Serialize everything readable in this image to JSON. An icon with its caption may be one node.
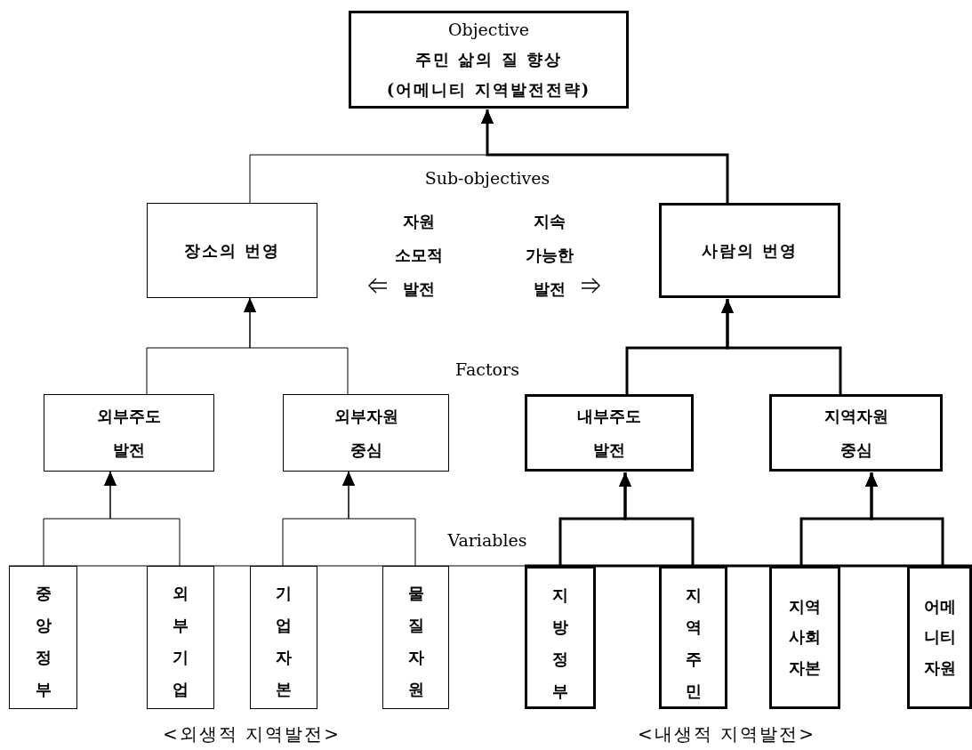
{
  "diagram": {
    "nodes": [
      {
        "text": [
          "Objective",
          "주민 삶의 질 향상",
          "(어메니티 지역발전전략)"
        ]
      },
      {
        "text": [
          "장소의 번영"
        ]
      },
      {
        "text": [
          "사람의 번영"
        ]
      },
      {
        "text": [
          "외부주도 발전"
        ]
      },
      {
        "text": [
          "외부자원 중심"
        ]
      },
      {
        "text": [
          "내부주도 발전"
        ]
      },
      {
        "text": [
          "지역자원 중심"
        ]
      },
      {
        "text": [
          "중앙정부"
        ]
      },
      {
        "text": [
          "외부기업"
        ]
      },
      {
        "text": [
          "기업자본"
        ]
      },
      {
        "text": [
          "물질자원"
        ]
      },
      {
        "text": [
          "지방정부"
        ]
      },
      {
        "text": [
          "지역주민"
        ]
      },
      {
        "text": [
          "지역사회자본"
        ]
      },
      {
        "text": [
          "어메니티자원"
        ]
      }
    ],
    "edges": [
      {
        "from": 1,
        "to": 0,
        "arrow": "to"
      },
      {
        "from": 2,
        "to": 0,
        "arrow": "to",
        "style": "thick"
      },
      {
        "from": 3,
        "to": 1,
        "arrow": "to"
      },
      {
        "from": 4,
        "to": 1,
        "arrow": "to"
      },
      {
        "from": 5,
        "to": 2,
        "arrow": "to",
        "style": "thick"
      },
      {
        "from": 6,
        "to": 2,
        "arrow": "to",
        "style": "thick"
      },
      {
        "from": 7,
        "to": 3,
        "arrow": "to"
      },
      {
        "from": 8,
        "to": 3,
        "arrow": "to"
      },
      {
        "from": 9,
        "to": 4,
        "arrow": "to"
      },
      {
        "from": 10,
        "to": 4,
        "arrow": "to"
      },
      {
        "from": 11,
        "to": 5,
        "arrow": "to",
        "style": "thick"
      },
      {
        "from": 12,
        "to": 5,
        "arrow": "to",
        "style": "thick"
      },
      {
        "from": 13,
        "to": 6,
        "arrow": "to",
        "style": "thick"
      },
      {
        "from": 14,
        "to": 6,
        "arrow": "to",
        "style": "thick"
      }
    ],
    "labels": [
      "Sub-objectives",
      "자원 소모적 발전",
      "지속 가능한 발전",
      "Factors",
      "Variables",
      "<외생적 지역발전>",
      "<내생적 지역발전>"
    ]
  }
}
